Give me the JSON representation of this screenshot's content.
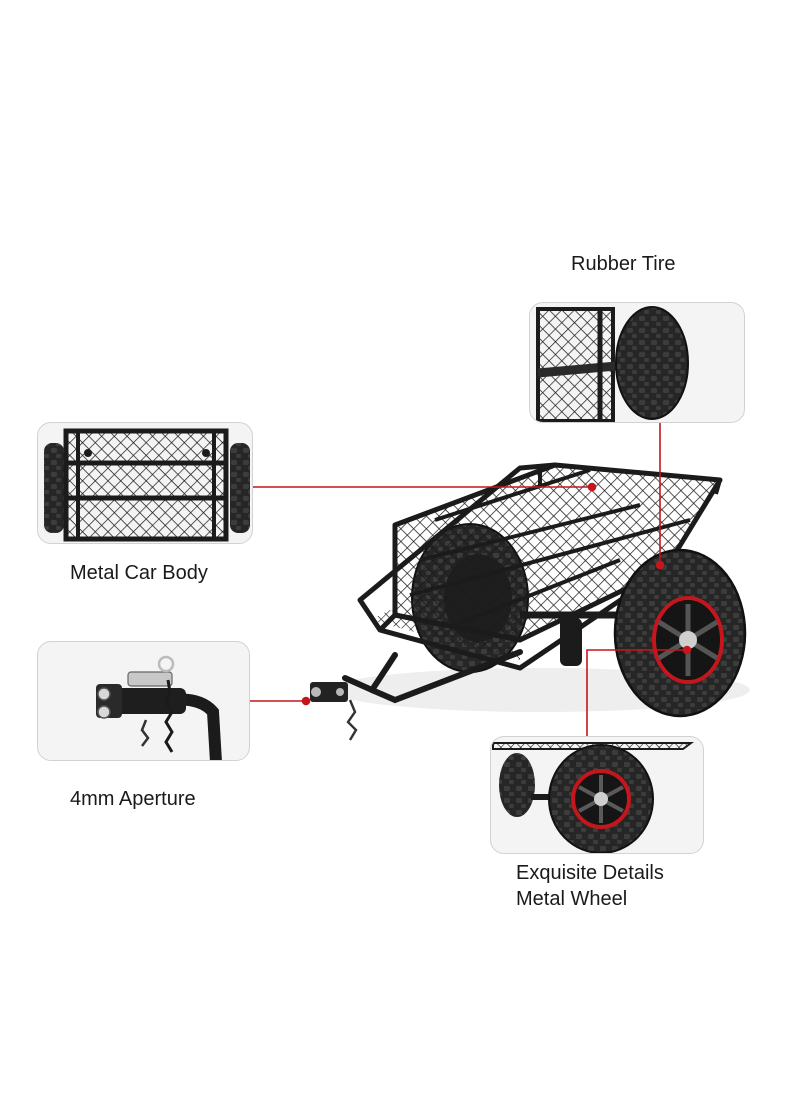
{
  "labels": {
    "rubber_tire": "Rubber Tire",
    "metal_car_body": "Metal Car Body",
    "aperture": "4mm Aperture",
    "details_line1": "Exquisite Details",
    "details_line2": "Metal Wheel"
  },
  "colors": {
    "accent": "#c4161c",
    "frame": "#1b1b1b",
    "tire": "#2a2a2a",
    "panel_bg": "#f4f4f4",
    "panel_border": "#d2d2d2"
  },
  "icons": {
    "main": "trailer-illustration",
    "tire_panel": "tire-closeup",
    "body_panel": "mesh-body-closeup",
    "hitch_panel": "hitch-closeup",
    "wheel_panel": "wheel-closeup"
  }
}
